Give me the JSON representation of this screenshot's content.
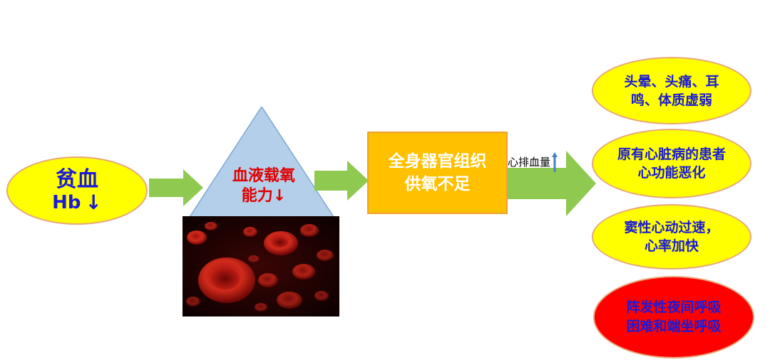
{
  "anemia": {
    "title": "贫血",
    "hb": "Hb",
    "down_arrow": "↓"
  },
  "triangle": {
    "line1": "血液载氧",
    "line2": "能力↓"
  },
  "center_box": {
    "line1": "全身器官组织",
    "line2": "供氧不足"
  },
  "cardiac_output_label": "心排血量",
  "cardiac_output_arrow": "up-arrow-icon",
  "outcomes": [
    {
      "text": "头晕、头痛、耳鸣、体质虚弱"
    },
    {
      "text": "原有心脏病的患者心功能恶化"
    },
    {
      "text": "窦性心动过速，心率加快"
    },
    {
      "text": "阵发性夜间呼吸困难和端坐呼吸"
    }
  ],
  "image": {
    "icon": "red-blood-cells-image"
  },
  "colors": {
    "yellow": "#ffff00",
    "green_arrow": "#8fc94f",
    "orange": "#ffc000",
    "triangle": "#b4cfea",
    "red": "#ff0000",
    "text_blue": "#1a1ad8",
    "text_red": "#e00000"
  }
}
